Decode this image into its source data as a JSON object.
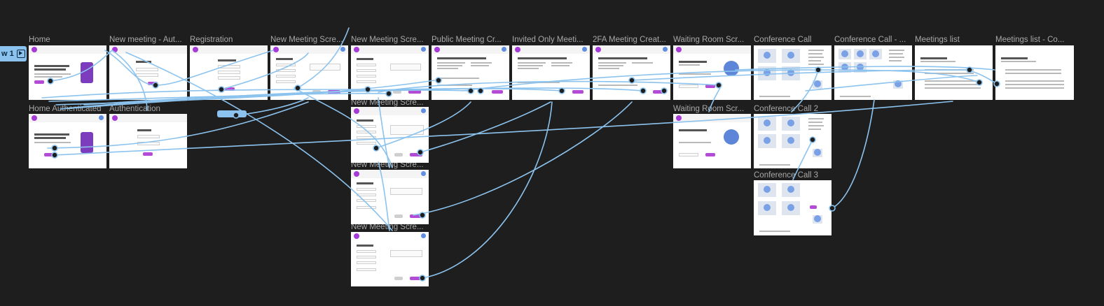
{
  "canvas": {
    "background": "#1e1e1e",
    "wire_color": "#8cc3ee",
    "accent": "#b34bd6"
  },
  "flow": {
    "label": "w 1"
  },
  "frames": {
    "home": "Home",
    "new_meeting_auth": "New meeting - Aut...",
    "registration": "Registration",
    "new_meeting_screen_1": "New Meeting Scre...",
    "new_meeting_screen_2": "New Meeting Scre...",
    "public_meeting": "Public Meeting Cr...",
    "invited_only": "Invited Only Meeti...",
    "twofa_meeting": "2FA Meeting Creat...",
    "waiting_room_1": "Waiting Room Scr...",
    "conference_call": "Conference Call",
    "conference_call_dash": "Conference Call - ...",
    "meetings_list": "Meetings list",
    "meetings_list_co": "Meetings list - Co...",
    "home_authenticated": "Home Authenticated",
    "authentication": "Authentication",
    "new_meeting_screen_3": "New Meeting Scre...",
    "waiting_room_2": "Waiting Room Scr...",
    "conference_call_2": "Conference Call 2",
    "new_meeting_screen_4": "New Meeting Scre...",
    "conference_call_3": "Conference Call 3",
    "new_meeting_screen_5": "New Meeting Scre..."
  }
}
